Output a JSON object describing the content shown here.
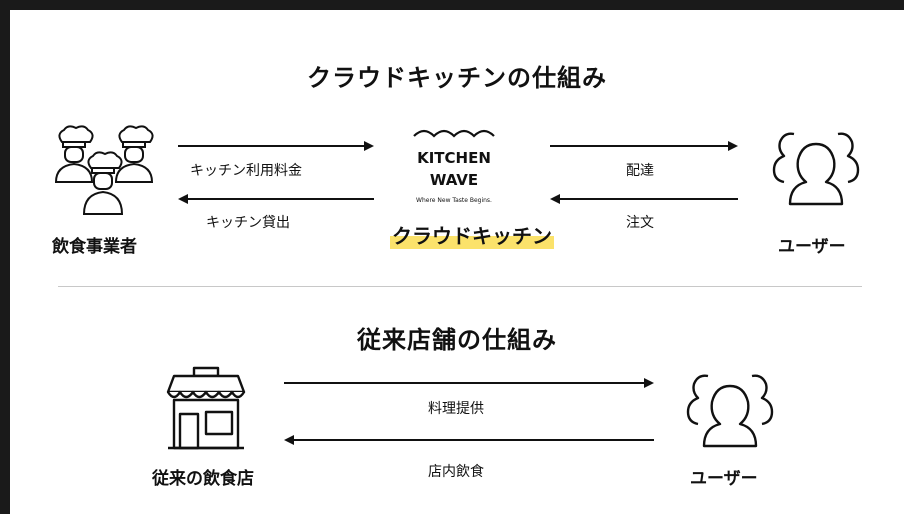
{
  "cloud": {
    "title": "クラウドキッチンの仕組み",
    "left_label": "飲食事業者",
    "brand": {
      "line1": "KITCHEN",
      "line2": "WAVE",
      "tagline": "Where New Taste Begins.",
      "label": "クラウドキッチン"
    },
    "right_label": "ユーザー",
    "arrow_fee": "キッチン利用料金",
    "arrow_rent": "キッチン貸出",
    "arrow_delivery": "配達",
    "arrow_order": "注文"
  },
  "traditional": {
    "title": "従来店舗の仕組み",
    "left_label": "従来の飲食店",
    "right_label": "ユーザー",
    "arrow_serve": "料理提供",
    "arrow_dine": "店内飲食"
  },
  "colors": {
    "highlight": "#fbe26b",
    "line": "#111111",
    "divider": "#c8c8c8"
  },
  "icons": [
    "chef-group-icon",
    "kitchen-wave-logo-icon",
    "users-icon",
    "storefront-icon"
  ]
}
